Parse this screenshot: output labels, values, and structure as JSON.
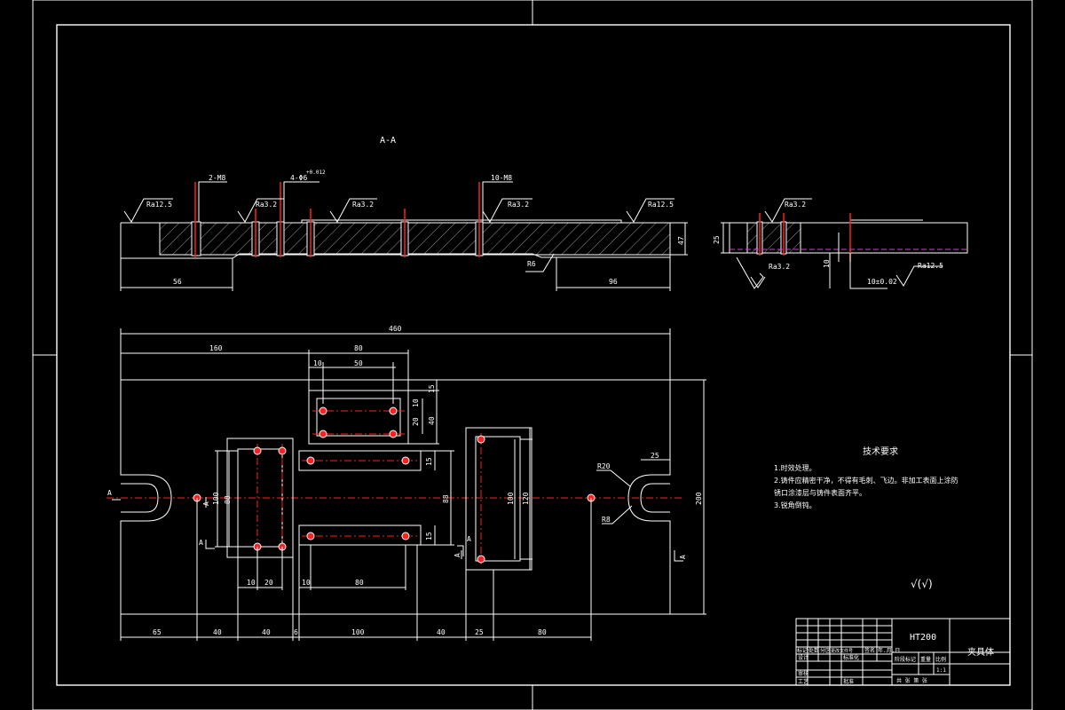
{
  "section_title": "A-A",
  "section_dims": {
    "left_len": "56",
    "right_len": "96",
    "height": "47",
    "chamfer": "R6",
    "thread_a": "2-M8",
    "thread_b": "4-Φ6",
    "thread_b_tol": "+0.012",
    "thread_c": "10-M8"
  },
  "roughness": {
    "r125_a": "Ra12.5",
    "r32_a": "Ra3.2",
    "r32_b": "Ra3.2",
    "r32_c": "Ra3.2",
    "r125_b": "Ra12.5",
    "r32_side_top": "Ra3.2",
    "r32_side_bottom": "Ra3.2",
    "r125_side": "Ra12.5"
  },
  "side_dims": {
    "height": "25",
    "small": "10",
    "tol": "10±0.02"
  },
  "plan_dims": {
    "overall_len": "460",
    "d160": "160",
    "d80_top": "80",
    "d10_top": "10",
    "d50": "50",
    "d15_a": "15",
    "d10_b": "10",
    "d20_a": "20",
    "d40_a": "40",
    "d15_b": "15",
    "d15_c": "15",
    "d88": "88",
    "d100_left": "100",
    "d88_left": "88",
    "d100_right": "100",
    "d120_right": "120",
    "d25_top": "25",
    "r20": "R20",
    "r8": "R8",
    "d200": "200",
    "b10": "10",
    "b20": "20",
    "b10_2": "10",
    "b80": "80",
    "bot_65": "65",
    "bot_40_a": "40",
    "bot_40_b": "40",
    "bot_6": "6",
    "bot_100": "100",
    "bot_40_c": "40",
    "bot_25": "25",
    "bot_80": "80",
    "sec_a1": "A",
    "sec_a2": "A",
    "sec_a3": "A",
    "sec_a4": "A",
    "sec_a5": "A",
    "sec_a6": "A"
  },
  "tech": {
    "title": "技术要求",
    "line1": "1.时效处理。",
    "line2": "2.铸件应精密干净，不得有毛刺、飞边。非加工表面上涂防",
    "line3": "锈口涂漆层与铸件表面齐平。",
    "line4": "3.锐角倒钝。"
  },
  "surface_general": "√(√)",
  "title_block": {
    "material": "HT200",
    "name": "夹具体",
    "row_labels": [
      "标记",
      "处数",
      "分区",
      "更改文件号",
      "签名",
      "年.月.日"
    ],
    "design": "设计",
    "standard": "标准化",
    "review": "审核",
    "process": "工艺",
    "approve": "批准",
    "stage": "阶段标记",
    "weight": "重量",
    "scale": "比例",
    "scale_val": "1:1",
    "sheets": "共 张 第 张"
  }
}
